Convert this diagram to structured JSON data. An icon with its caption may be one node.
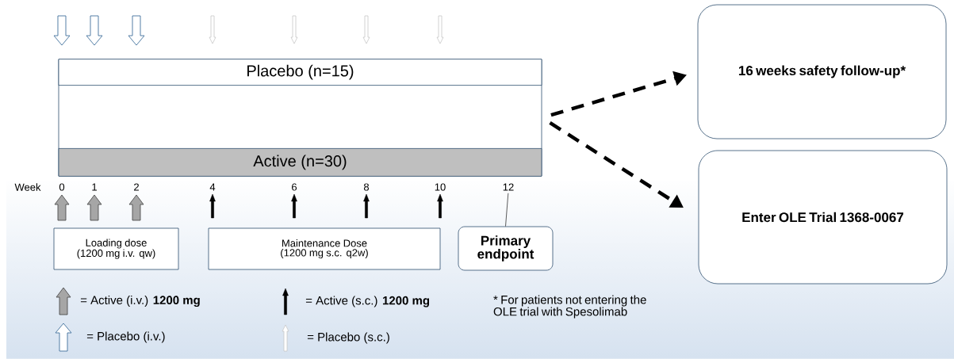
{
  "diagram": {
    "nodes": [
      {
        "text": [],
        "shape": "box"
      },
      {
        "text": [
          "Placebo (n=15)"
        ],
        "in": 0
      },
      {
        "text": [
          "Active (n=30)"
        ],
        "in": 0
      },
      {
        "text": [
          "Loading dose (1200 mg i.v. qw)"
        ]
      },
      {
        "text": [
          "Maintenance Dose (1200 mg s.c. q2w)"
        ]
      },
      {
        "text": [
          "Primary endpoint"
        ]
      },
      {
        "text": [
          "16 weeks safety follow-up*"
        ]
      },
      {
        "text": [
          "Enter OLE Trial 1368-0067"
        ]
      },
      {
        "text": [
          "12"
        ]
      }
    ],
    "edges": [
      {
        "from": 0,
        "to": 6,
        "arrow": "to",
        "style": "dashed"
      },
      {
        "from": 0,
        "to": 7,
        "arrow": "to",
        "style": "dashed"
      },
      {
        "from": 8,
        "to": 5,
        "arrow": "none"
      },
      {
        "from": null,
        "to": 1,
        "arrow": "to",
        "style": "thick"
      },
      {
        "from": null,
        "to": 1,
        "arrow": "to",
        "style": "thick"
      },
      {
        "from": null,
        "to": 1,
        "arrow": "to",
        "style": "thick"
      },
      {
        "from": null,
        "to": 1,
        "arrow": "to"
      },
      {
        "from": null,
        "to": 1,
        "arrow": "to"
      },
      {
        "from": null,
        "to": 1,
        "arrow": "to"
      },
      {
        "from": null,
        "to": 1,
        "arrow": "to"
      },
      {
        "from": null,
        "to": 2,
        "arrow": "to",
        "style": "thick"
      },
      {
        "from": null,
        "to": 2,
        "arrow": "to",
        "style": "thick"
      },
      {
        "from": null,
        "to": 2,
        "arrow": "to",
        "style": "thick"
      },
      {
        "from": null,
        "to": 2,
        "arrow": "to"
      },
      {
        "from": null,
        "to": 2,
        "arrow": "to"
      },
      {
        "from": null,
        "to": 2,
        "arrow": "to"
      },
      {
        "from": null,
        "to": 2,
        "arrow": "to"
      }
    ],
    "labels": [
      "Week",
      "0",
      "1",
      "2",
      "4",
      "6",
      "8",
      "10",
      "* For patients not entering the OLE trial with Spesolimab"
    ],
    "legend": [
      {
        "text": "= Active (i.v.) **1200 mg**"
      },
      {
        "text": "= Active (s.c.) **1200 mg**"
      },
      {
        "text": "= Placebo (i.v.)"
      },
      {
        "text": "= Placebo (s.c.)"
      }
    ]
  }
}
